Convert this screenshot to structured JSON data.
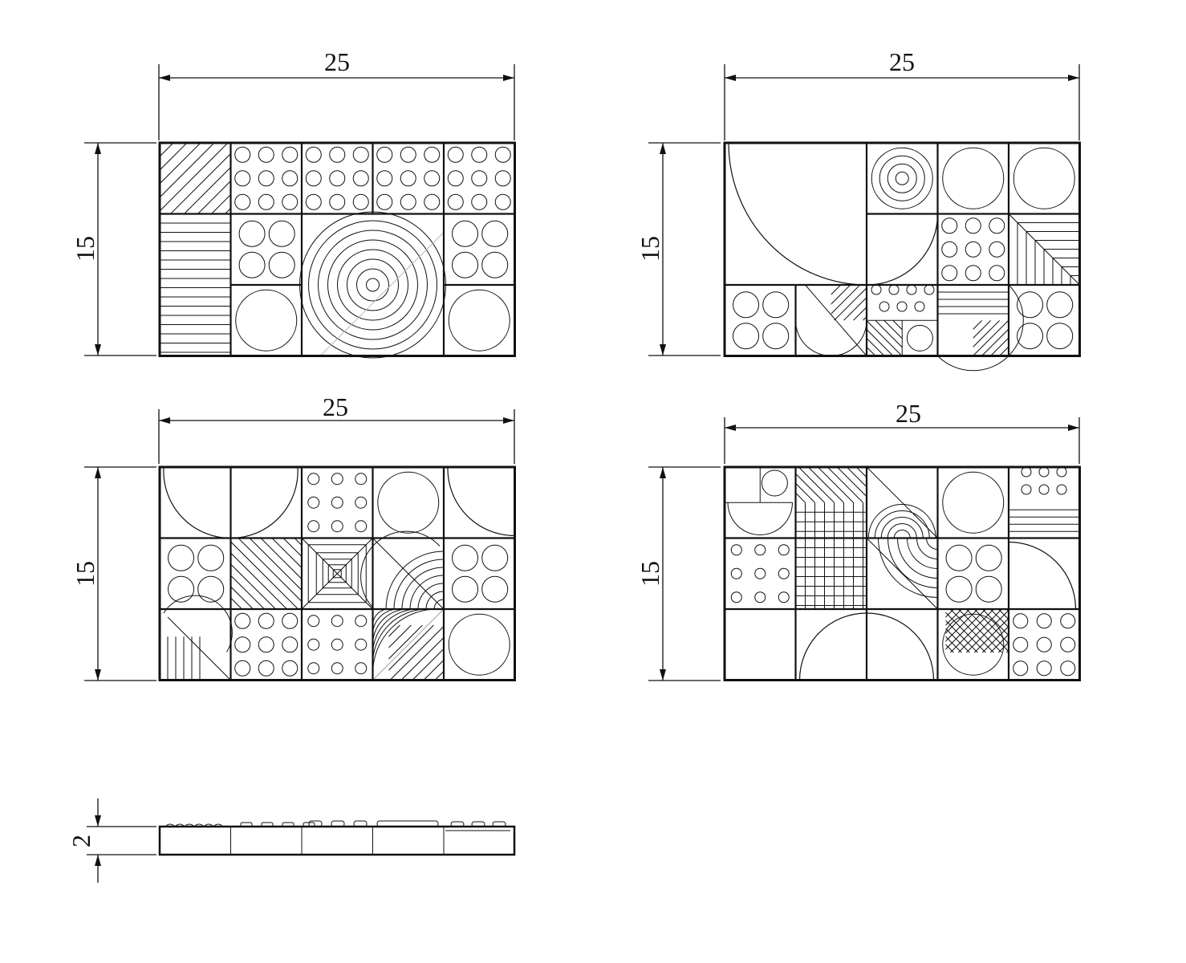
{
  "panels": [
    {
      "id": "top-left",
      "width_label": "25",
      "height_label": "15"
    },
    {
      "id": "top-right",
      "width_label": "25",
      "height_label": "15"
    },
    {
      "id": "bottom-left",
      "width_label": "25",
      "height_label": "15"
    },
    {
      "id": "bottom-right",
      "width_label": "25",
      "height_label": "15"
    }
  ],
  "side_view": {
    "thickness_label": "2"
  },
  "colors": {
    "ink": "#111111",
    "hatch_accent": "#bbbbbb"
  }
}
